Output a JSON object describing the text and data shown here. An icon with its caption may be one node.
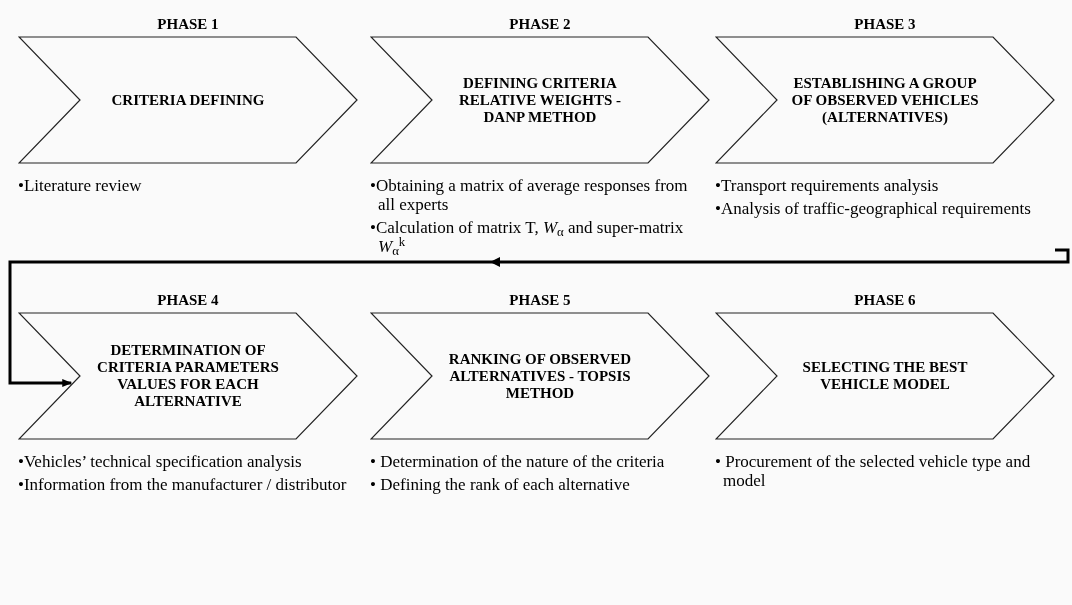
{
  "diagram": {
    "nodes": [
      {
        "text": [
          "PHASE 1",
          "CRITERIA DEFINING"
        ],
        "beside": [
          "•Literature review"
        ]
      },
      {
        "text": [
          "PHASE 2",
          "DEFINING CRITERIA RELATIVE WEIGHTS - DANP METHOD"
        ],
        "beside": [
          "•Obtaining a matrix of average responses from all experts",
          "•Calculation of matrix T, *W*$_{α}$ and super-matrix *W*$_{α}$$^{k}$"
        ]
      },
      {
        "text": [
          "PHASE 3",
          "ESTABLISHING A GROUP OF OBSERVED VEHICLES (ALTERNATIVES)"
        ],
        "beside": [
          "•Transport requirements analysis",
          "•Analysis of traffic-geographical requirements"
        ]
      },
      {
        "text": [
          "PHASE 4",
          "DETERMINATION OF CRITERIA PARAMETERS VALUES FOR EACH ALTERNATIVE"
        ],
        "beside": [
          "•Vehicles’ technical specification analysis",
          "•Information from the manufacturer / distributor"
        ]
      },
      {
        "text": [
          "PHASE 5",
          "RANKING OF OBSERVED ALTERNATIVES - TOPSIS METHOD"
        ],
        "beside": [
          "• Determination of the nature of the criteria",
          "• Defining the rank of each alternative"
        ]
      },
      {
        "text": [
          "PHASE 6",
          "SELECTING THE BEST VEHICLE MODEL"
        ],
        "beside": [
          "• Procurement of the selected vehicle type and model"
        ]
      }
    ],
    "edges": [
      {
        "from": 2,
        "to": 3,
        "arrow": "to"
      }
    ]
  }
}
